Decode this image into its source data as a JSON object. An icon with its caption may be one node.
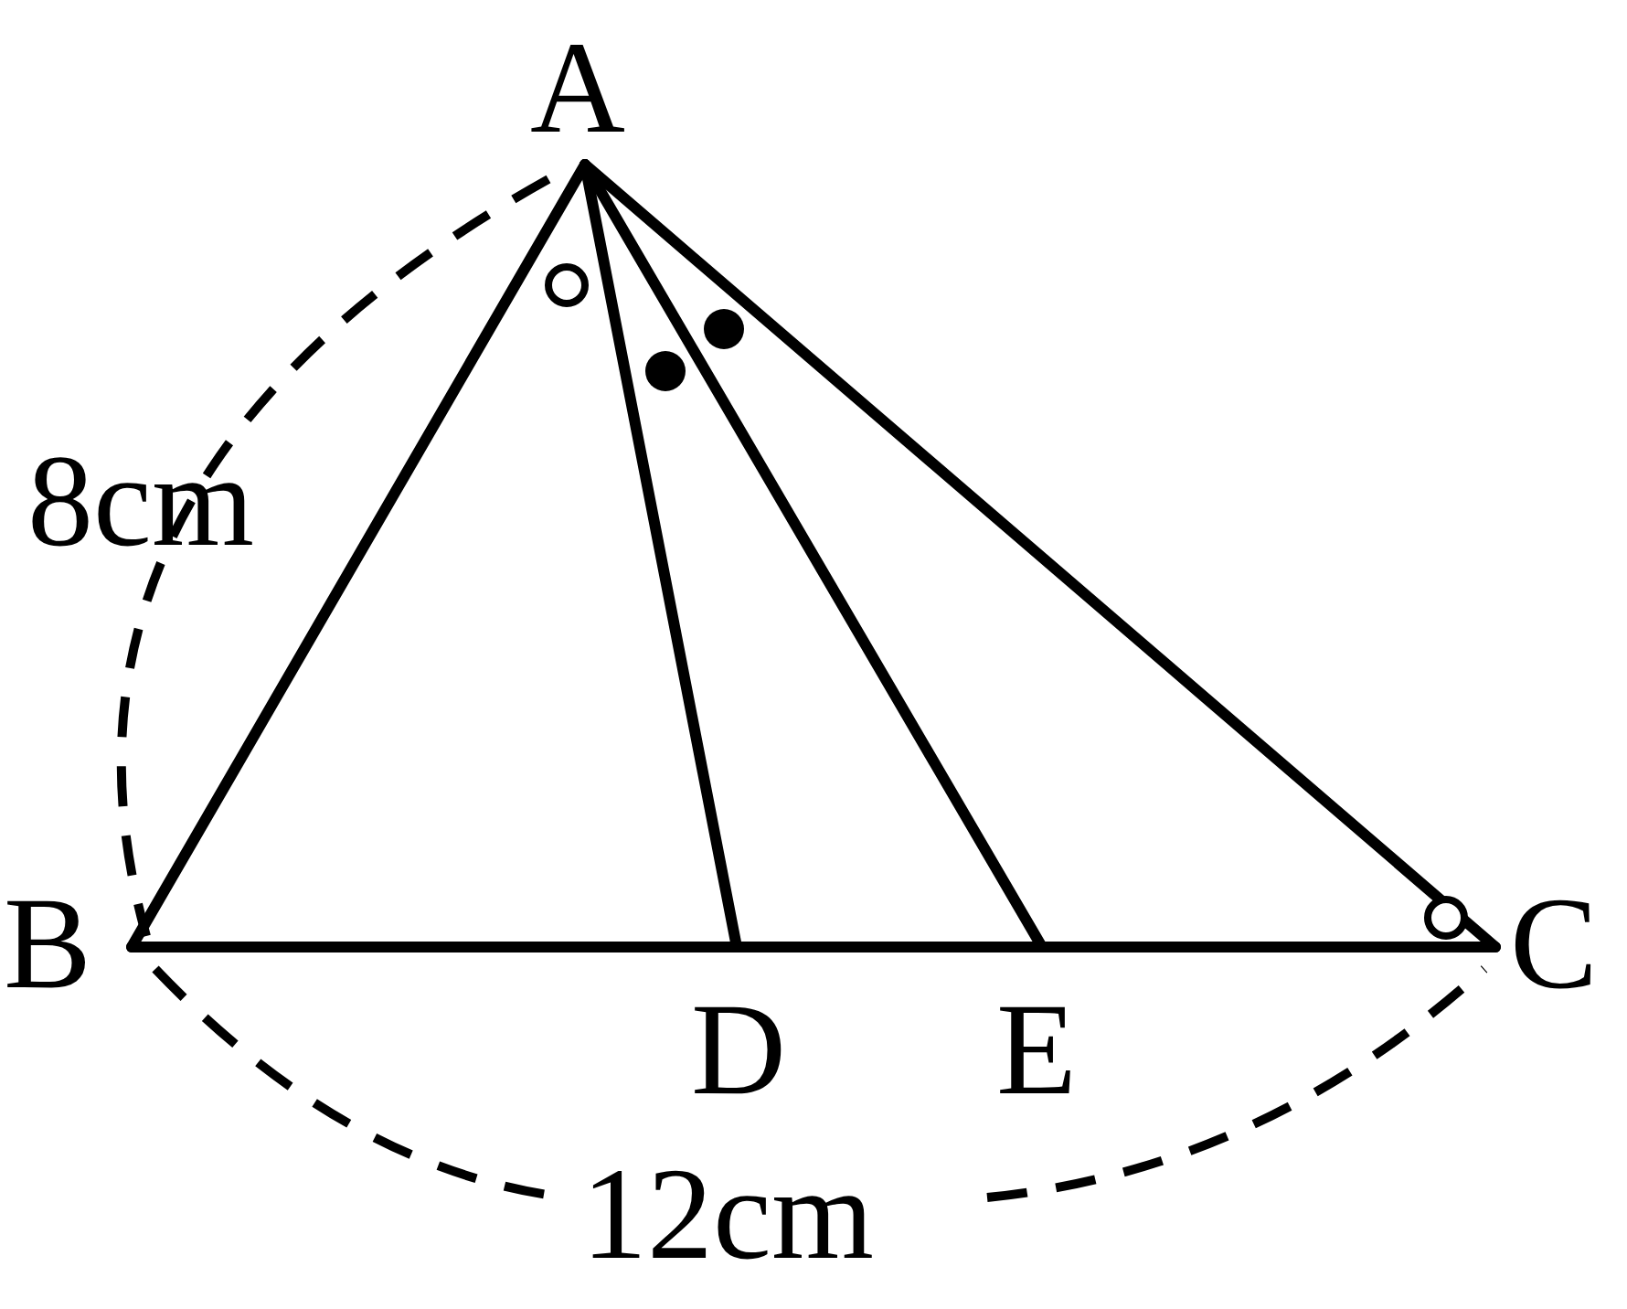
{
  "diagram": {
    "nodes": [
      {
        "text": [
          "A"
        ]
      },
      {
        "text": [
          "B"
        ]
      },
      {
        "text": [
          "C"
        ]
      },
      {
        "text": [
          "D"
        ]
      },
      {
        "text": [
          "E"
        ]
      }
    ],
    "edges": [
      {
        "from": 0,
        "to": 1,
        "arrow": "none"
      },
      {
        "from": 0,
        "to": 3,
        "arrow": "none"
      },
      {
        "from": 0,
        "to": 4,
        "arrow": "none"
      },
      {
        "from": 0,
        "to": 2,
        "arrow": "none"
      },
      {
        "from": 1,
        "to": 2,
        "arrow": "none"
      }
    ],
    "labels": [
      "8cm",
      "12cm"
    ]
  }
}
